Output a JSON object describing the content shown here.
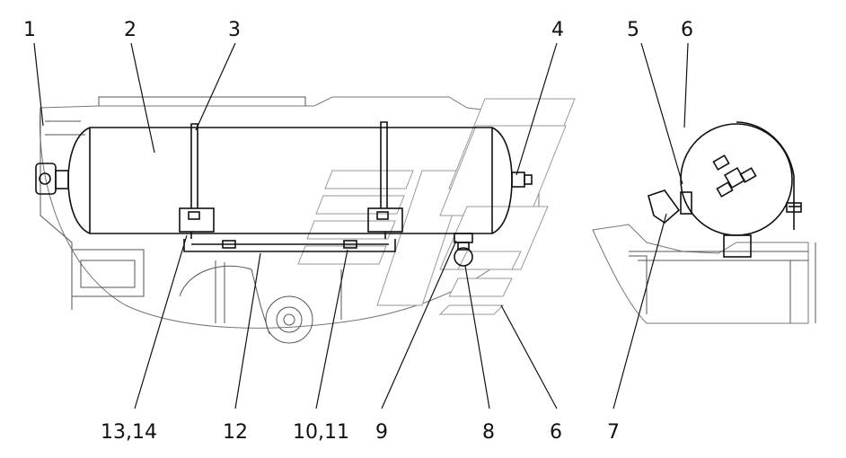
{
  "callouts": {
    "top": [
      "1",
      "2",
      "3",
      "4",
      "5",
      "6"
    ],
    "bottom": [
      "13,14",
      "12",
      "10,11",
      "9",
      "8",
      "6",
      "7"
    ]
  },
  "colors": {
    "line": "#111111",
    "background_line": "#777777",
    "paper": "#ffffff"
  }
}
